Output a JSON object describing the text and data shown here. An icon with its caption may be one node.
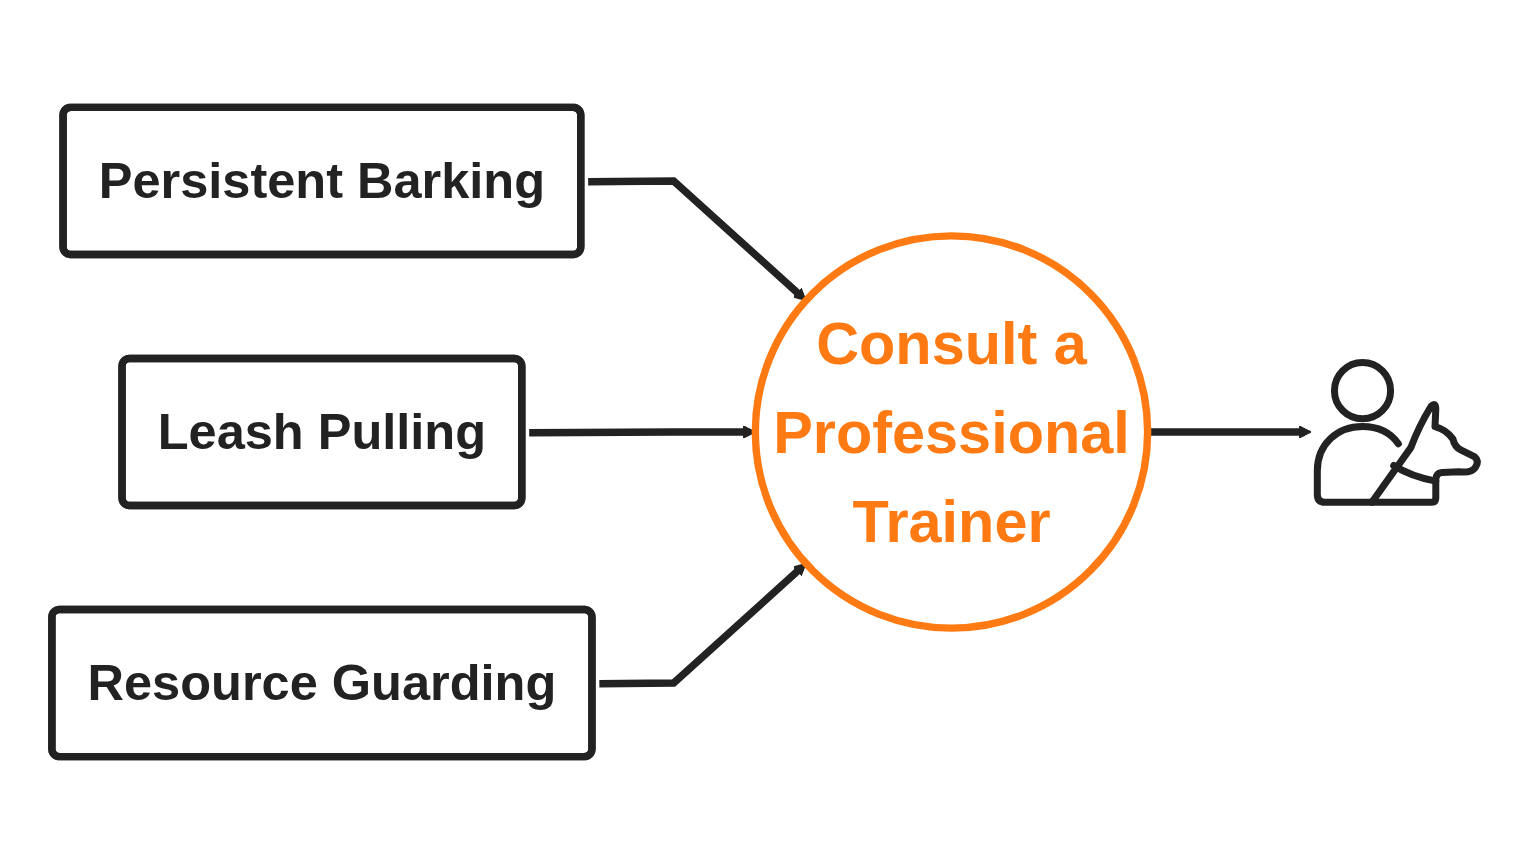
{
  "diagram": {
    "nodes": [
      {
        "text": [
          "Persistent Barking"
        ]
      },
      {
        "text": [
          "Leash Pulling"
        ]
      },
      {
        "text": [
          "Resource Guarding"
        ]
      },
      {
        "text": [
          "Consult a Professional Trainer"
        ]
      },
      {
        "text": [],
        "shape": "picture"
      }
    ],
    "edges": [
      {
        "from": 0,
        "to": 3,
        "arrow": "to"
      },
      {
        "from": 1,
        "to": 3,
        "arrow": "to"
      },
      {
        "from": 2,
        "to": 3,
        "arrow": "to"
      },
      {
        "from": 3,
        "to": 4,
        "arrow": "to"
      }
    ]
  }
}
